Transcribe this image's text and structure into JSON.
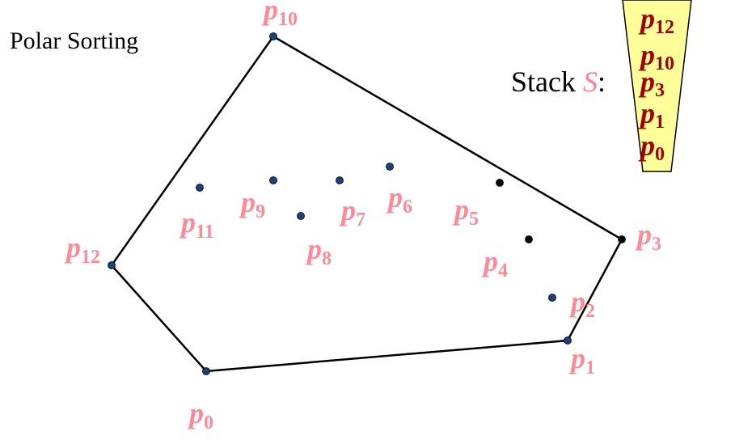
{
  "title": "Polar Sorting",
  "stack": {
    "label_prefix": "Stack ",
    "label_symbol": "S",
    "label_suffix": ":",
    "items": [
      {
        "base": "p",
        "sub": "12"
      },
      {
        "base": "p",
        "sub": "10"
      },
      {
        "base": "p",
        "sub": "3"
      },
      {
        "base": "p",
        "sub": "1"
      },
      {
        "base": "p",
        "sub": "0"
      }
    ]
  },
  "points": [
    {
      "id": "p0",
      "base": "p",
      "sub": "0",
      "kind": "hull"
    },
    {
      "id": "p1",
      "base": "p",
      "sub": "1",
      "kind": "hull"
    },
    {
      "id": "p2",
      "base": "p",
      "sub": "2",
      "kind": "interior"
    },
    {
      "id": "p3",
      "base": "p",
      "sub": "3",
      "kind": "processed"
    },
    {
      "id": "p4",
      "base": "p",
      "sub": "4",
      "kind": "processed"
    },
    {
      "id": "p5",
      "base": "p",
      "sub": "5",
      "kind": "processed"
    },
    {
      "id": "p6",
      "base": "p",
      "sub": "6",
      "kind": "interior"
    },
    {
      "id": "p7",
      "base": "p",
      "sub": "7",
      "kind": "interior"
    },
    {
      "id": "p8",
      "base": "p",
      "sub": "8",
      "kind": "interior"
    },
    {
      "id": "p9",
      "base": "p",
      "sub": "9",
      "kind": "interior"
    },
    {
      "id": "p10",
      "base": "p",
      "sub": "10",
      "kind": "hull"
    },
    {
      "id": "p11",
      "base": "p",
      "sub": "11",
      "kind": "interior"
    },
    {
      "id": "p12",
      "base": "p",
      "sub": "12",
      "kind": "hull"
    }
  ],
  "hull_order": [
    "p0",
    "p1",
    "p3",
    "p10",
    "p12"
  ],
  "colors": {
    "label": "#ff8a96",
    "stack_text": "#a00000",
    "stack_fill": "#ffff99",
    "point_blue": "#1f3f7a",
    "point_black": "#000000",
    "line": "#000000"
  }
}
